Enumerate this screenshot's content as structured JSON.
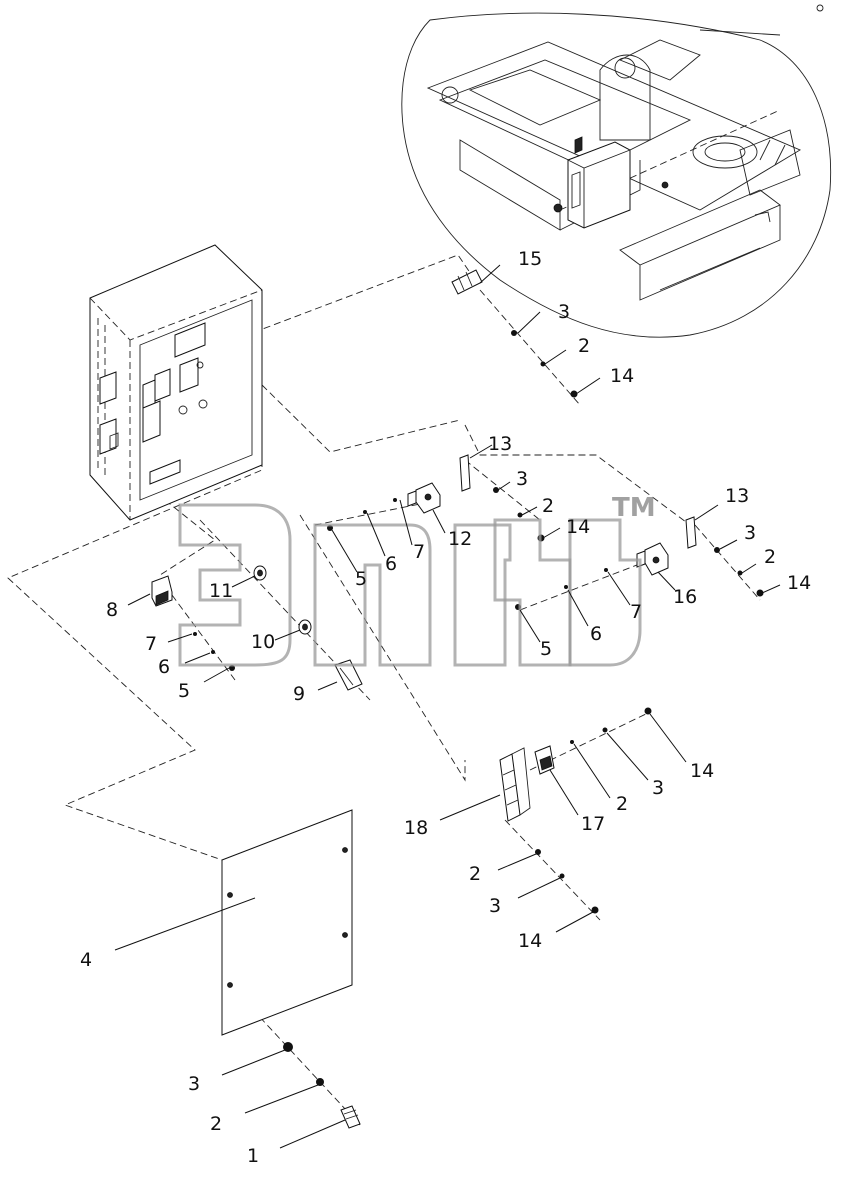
{
  "diagram": {
    "watermark": {
      "trademark": "TM"
    },
    "callouts": [
      {
        "id": "c15a",
        "text": "15"
      },
      {
        "id": "c3a",
        "text": "3"
      },
      {
        "id": "c2a",
        "text": "2"
      },
      {
        "id": "c14a",
        "text": "14"
      },
      {
        "id": "c13a",
        "text": "13"
      },
      {
        "id": "c3b",
        "text": "3"
      },
      {
        "id": "c2b",
        "text": "2"
      },
      {
        "id": "c14b",
        "text": "14"
      },
      {
        "id": "c12",
        "text": "12"
      },
      {
        "id": "c7a",
        "text": "7"
      },
      {
        "id": "c6a",
        "text": "6"
      },
      {
        "id": "c5a",
        "text": "5"
      },
      {
        "id": "c13b",
        "text": "13"
      },
      {
        "id": "c3c",
        "text": "3"
      },
      {
        "id": "c2c",
        "text": "2"
      },
      {
        "id": "c14c",
        "text": "14"
      },
      {
        "id": "c16",
        "text": "16"
      },
      {
        "id": "c7b",
        "text": "7"
      },
      {
        "id": "c6b",
        "text": "6"
      },
      {
        "id": "c5b",
        "text": "5"
      },
      {
        "id": "c8",
        "text": "8"
      },
      {
        "id": "c11",
        "text": "11"
      },
      {
        "id": "c10",
        "text": "10"
      },
      {
        "id": "c7c",
        "text": "7"
      },
      {
        "id": "c6c",
        "text": "6"
      },
      {
        "id": "c5c",
        "text": "5"
      },
      {
        "id": "c9",
        "text": "9"
      },
      {
        "id": "c14d",
        "text": "14"
      },
      {
        "id": "c3d",
        "text": "3"
      },
      {
        "id": "c2d",
        "text": "2"
      },
      {
        "id": "c17",
        "text": "17"
      },
      {
        "id": "c18",
        "text": "18"
      },
      {
        "id": "c2e",
        "text": "2"
      },
      {
        "id": "c3e",
        "text": "3"
      },
      {
        "id": "c14e",
        "text": "14"
      },
      {
        "id": "c4",
        "text": "4"
      },
      {
        "id": "c3f",
        "text": "3"
      },
      {
        "id": "c2f",
        "text": "2"
      },
      {
        "id": "c1",
        "text": "1"
      }
    ]
  }
}
